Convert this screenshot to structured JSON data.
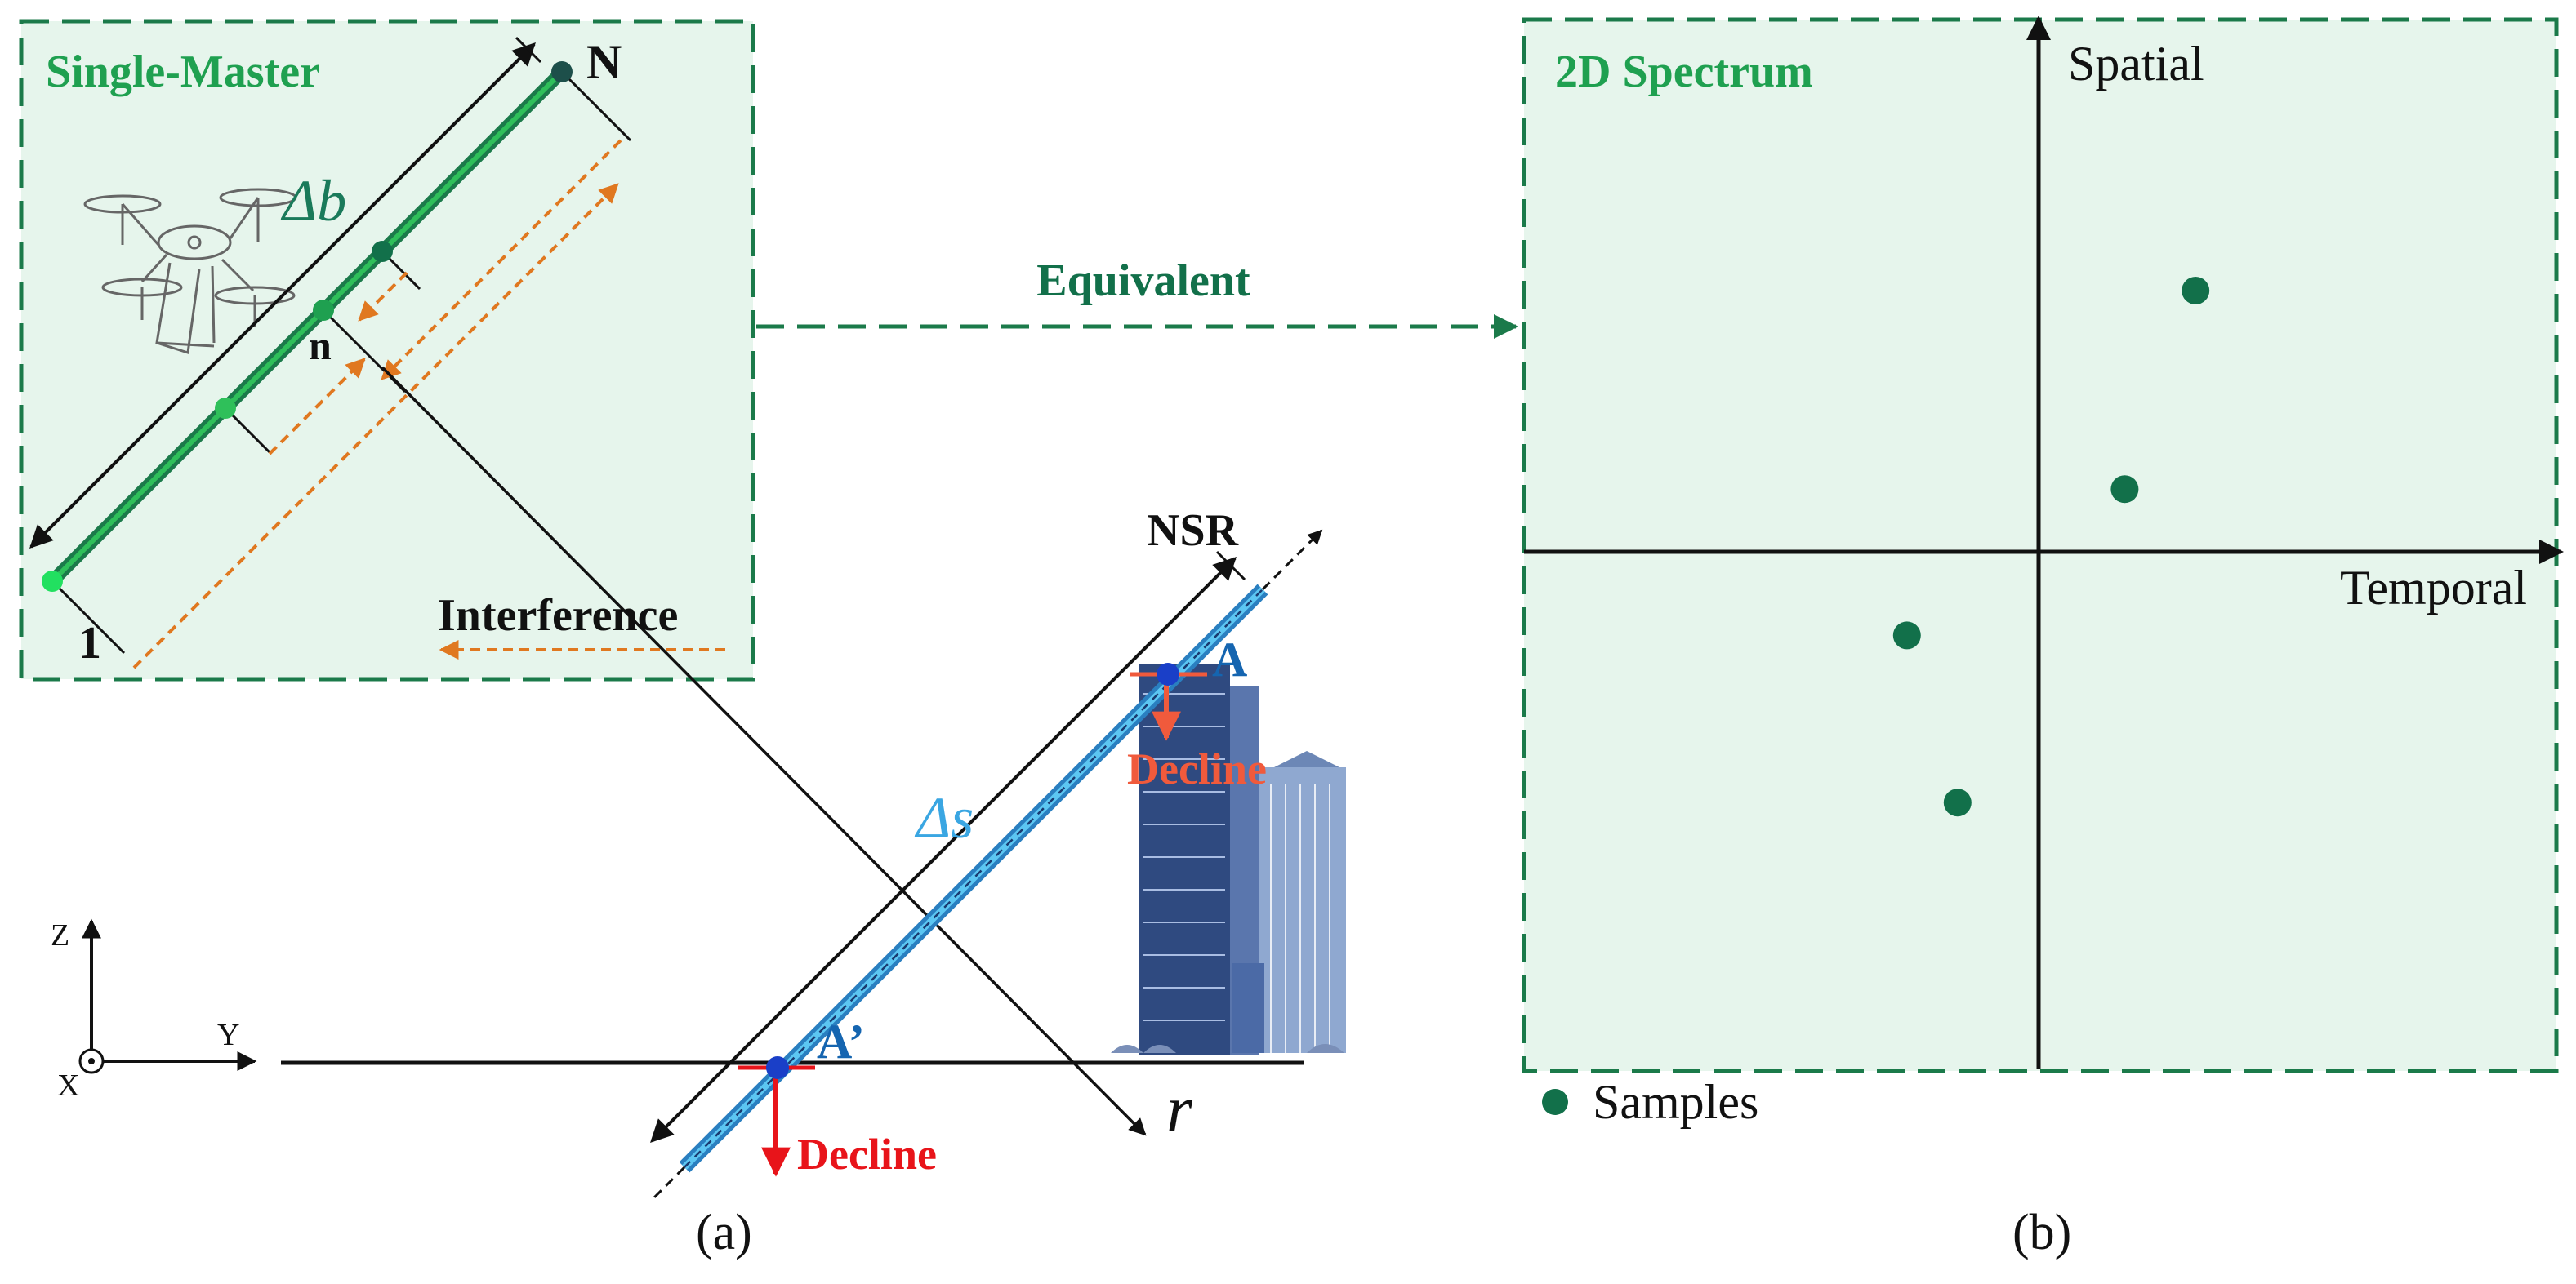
{
  "colors": {
    "panel_fill": "#e6f5ec",
    "panel_border": "#1b7a4a",
    "dark_green": "#12704a",
    "green_line": "#1fa050",
    "light_green": "#22cc55",
    "orange": "#e07820",
    "blue_line": "#38a9e6",
    "blue_dot": "#1a3fc8",
    "red": "#e8141a",
    "orange_red": "#f05a3c",
    "blue_text": "#1565b0",
    "building_dark": "#2f4a80",
    "building_light": "#8fa8d0",
    "black": "#111111"
  },
  "panel_a": {
    "title": "Single-Master",
    "label_N": "N",
    "label_n": "n",
    "label_1": "1",
    "delta_b": "Δb",
    "interference": "Interference",
    "nsr": "NSR",
    "delta_s": "Δs",
    "point_A": "A",
    "point_A_prime": "A’",
    "decline_top": "Decline",
    "decline_bottom": "Decline",
    "range_label": "r",
    "axis_z": "Z",
    "axis_y": "Y",
    "axis_x": "X",
    "caption": "(a)"
  },
  "arrow": {
    "label": "Equivalent"
  },
  "panel_b": {
    "title": "2D Spectrum",
    "axis_spatial": "Spatial",
    "axis_temporal": "Temporal",
    "legend_label": "Samples",
    "caption": "(b)",
    "samples": [
      {
        "temporal": 0.31,
        "spatial": 0.5
      },
      {
        "temporal": 0.17,
        "spatial": 0.12
      },
      {
        "temporal": -0.26,
        "spatial": -0.16
      },
      {
        "temporal": -0.16,
        "spatial": -0.48
      }
    ]
  }
}
